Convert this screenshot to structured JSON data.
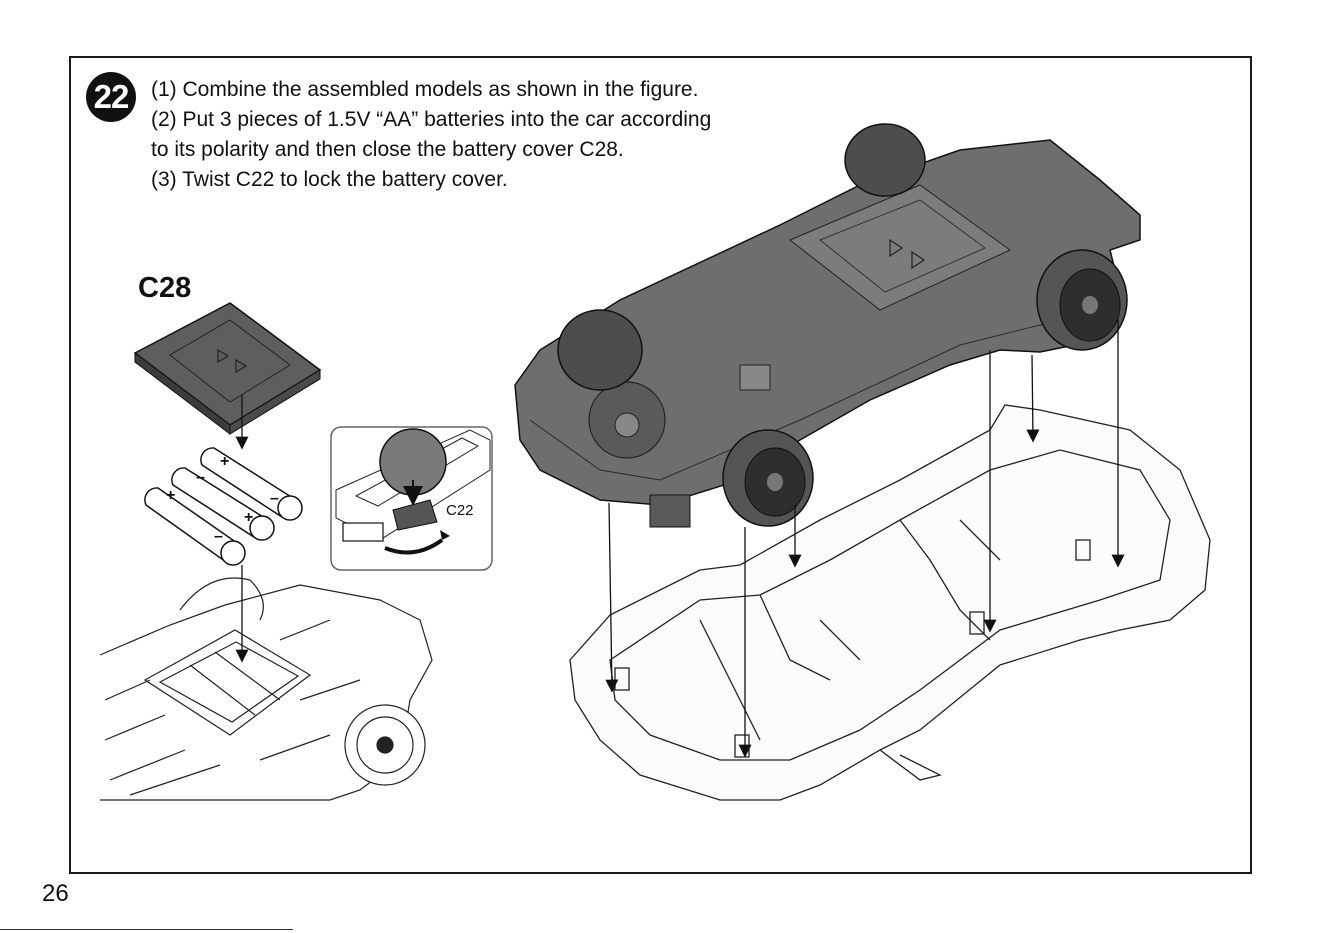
{
  "step": {
    "number": "22"
  },
  "instructions": [
    "(1) Combine the assembled models as shown in the figure.",
    "(2) Put 3 pieces of 1.5V “AA” batteries into the car according",
    "to its polarity and then close the battery cover C28.",
    "(3) Twist C22 to lock the battery cover."
  ],
  "parts": {
    "cover_label": "C28",
    "lock_label": "C22"
  },
  "batteries": {
    "plus": "+",
    "minus": "–"
  },
  "page": {
    "number": "26"
  }
}
